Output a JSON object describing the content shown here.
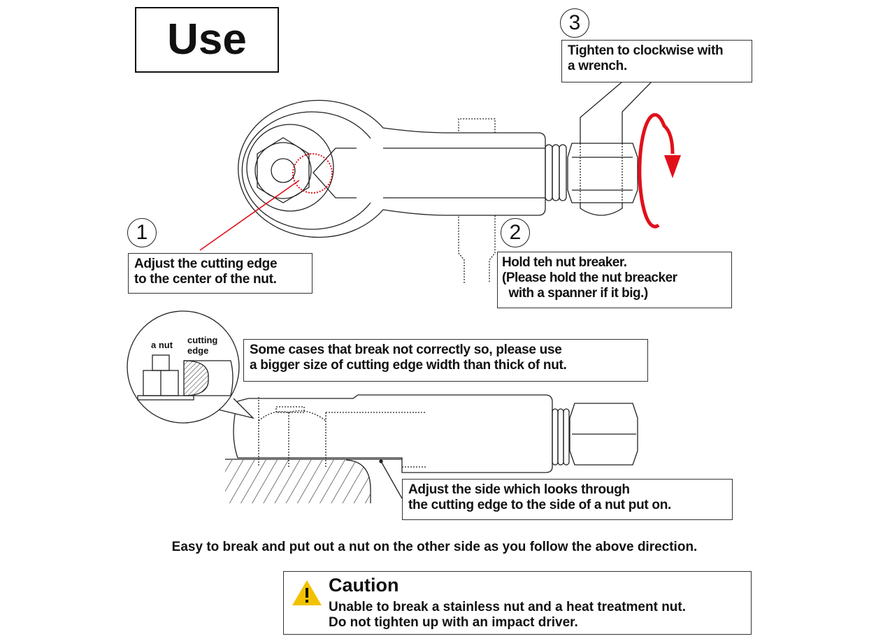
{
  "title": "Use",
  "steps": [
    {
      "number": "1",
      "lines": [
        "Adjust the cutting edge",
        "to the center of the nut."
      ]
    },
    {
      "number": "2",
      "lines": [
        "Hold teh nut breaker.",
        "(Please hold the nut breacker",
        "  with a spanner if it big.)"
      ]
    },
    {
      "number": "3",
      "lines": [
        "Tighten to clockwise with",
        "a wrench."
      ]
    }
  ],
  "detail": {
    "nut_label": "a nut",
    "edge_label": [
      "cutting",
      "edge"
    ],
    "note_lines": [
      "Some cases that break not correctly so, please use",
      "a bigger size of cutting edge width than thick of nut."
    ],
    "side_lines": [
      "Adjust the side which looks through",
      "the cutting edge to the side of a nut put on."
    ]
  },
  "sentence": "Easy to break and put out a nut on the other side as you follow the above direction.",
  "caution": {
    "icon": "warning-triangle-icon",
    "heading": "Caution",
    "lines": [
      "Unable to break a stainless nut and a heat treatment nut.",
      "Do not tighten up with an impact driver."
    ]
  },
  "colors": {
    "accent": "#e0101a",
    "warning": "#f2c200"
  }
}
